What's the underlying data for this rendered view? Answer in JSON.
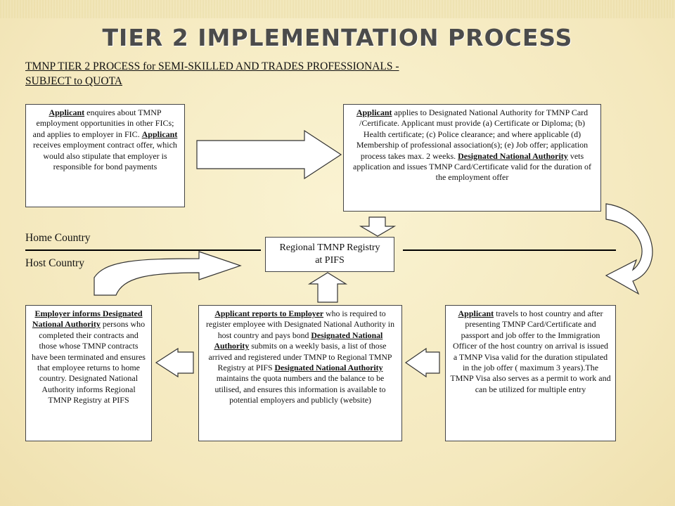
{
  "title": "TIER 2 IMPLEMENTATION  PROCESS",
  "subtitle": {
    "line1": "TMNP  TIER 2 PROCESS for SEMI-SKILLED AND TRADES PROFESSIONALS -",
    "line2": "SUBJECT to QUOTA"
  },
  "labels": {
    "home_country": "Home Country",
    "host_country": "Host Country"
  },
  "registry": {
    "line1": "Regional TMNP Registry",
    "line2": "at PIFS"
  },
  "box1": {
    "b1": "Applicant",
    "t1": " enquires about TMNP employment opportunities in other FICs; and applies to employer in FIC.",
    "b2": "Applicant",
    "t2": " receives employment contract offer, which would also stipulate that employer is responsible for bond payments"
  },
  "box2": {
    "b1": "Applicant",
    "t1": " applies to Designated National Authority for TMNP Card /Certificate. Applicant must provide (a) Certificate or Diploma; (b) Health certificate; (c) Police clearance; and where applicable (d) Membership of professional association(s); (e) Job offer; application process takes max. 2 weeks.",
    "b2": "Designated National Authority",
    "t2": " vets application and issues TMNP Card/Certificate valid for the duration of the employment offer"
  },
  "box3": {
    "b1": "Employer  informs Designated National Authority",
    "t1": "  persons who completed their contracts and those whose TMNP contracts have been terminated and ensures that employee returns to home country. Designated National Authority informs Regional TMNP Registry at PIFS"
  },
  "box4": {
    "b1": "Applicant reports to Employer",
    "t1": " who is required to register employee with Designated National Authority in host country and pays bond",
    "b2": "Designated National Authority",
    "t2": " submits on a weekly basis, a list of those arrived and registered under TMNP to Regional TMNP Registry at PIFS",
    "b3": "Designated National Authority",
    "t3": " maintains the quota numbers and the balance to be utilised, and ensures this information is available to potential employers and publicly (website)"
  },
  "box5": {
    "b1": "Applicant",
    "t1": " travels to host country and after presenting TMNP Card/Certificate and passport and job offer to the Immigration Officer of the host country on arrival is issued a TMNP Visa valid for the duration stipulated in the job offer ( maximum 3 years).The TMNP Visa also serves as a permit to work and can be utilized for multiple entry"
  },
  "colors": {
    "background": "#f7eec5",
    "box_fill": "#ffffff",
    "title": "#4b4b4b"
  }
}
